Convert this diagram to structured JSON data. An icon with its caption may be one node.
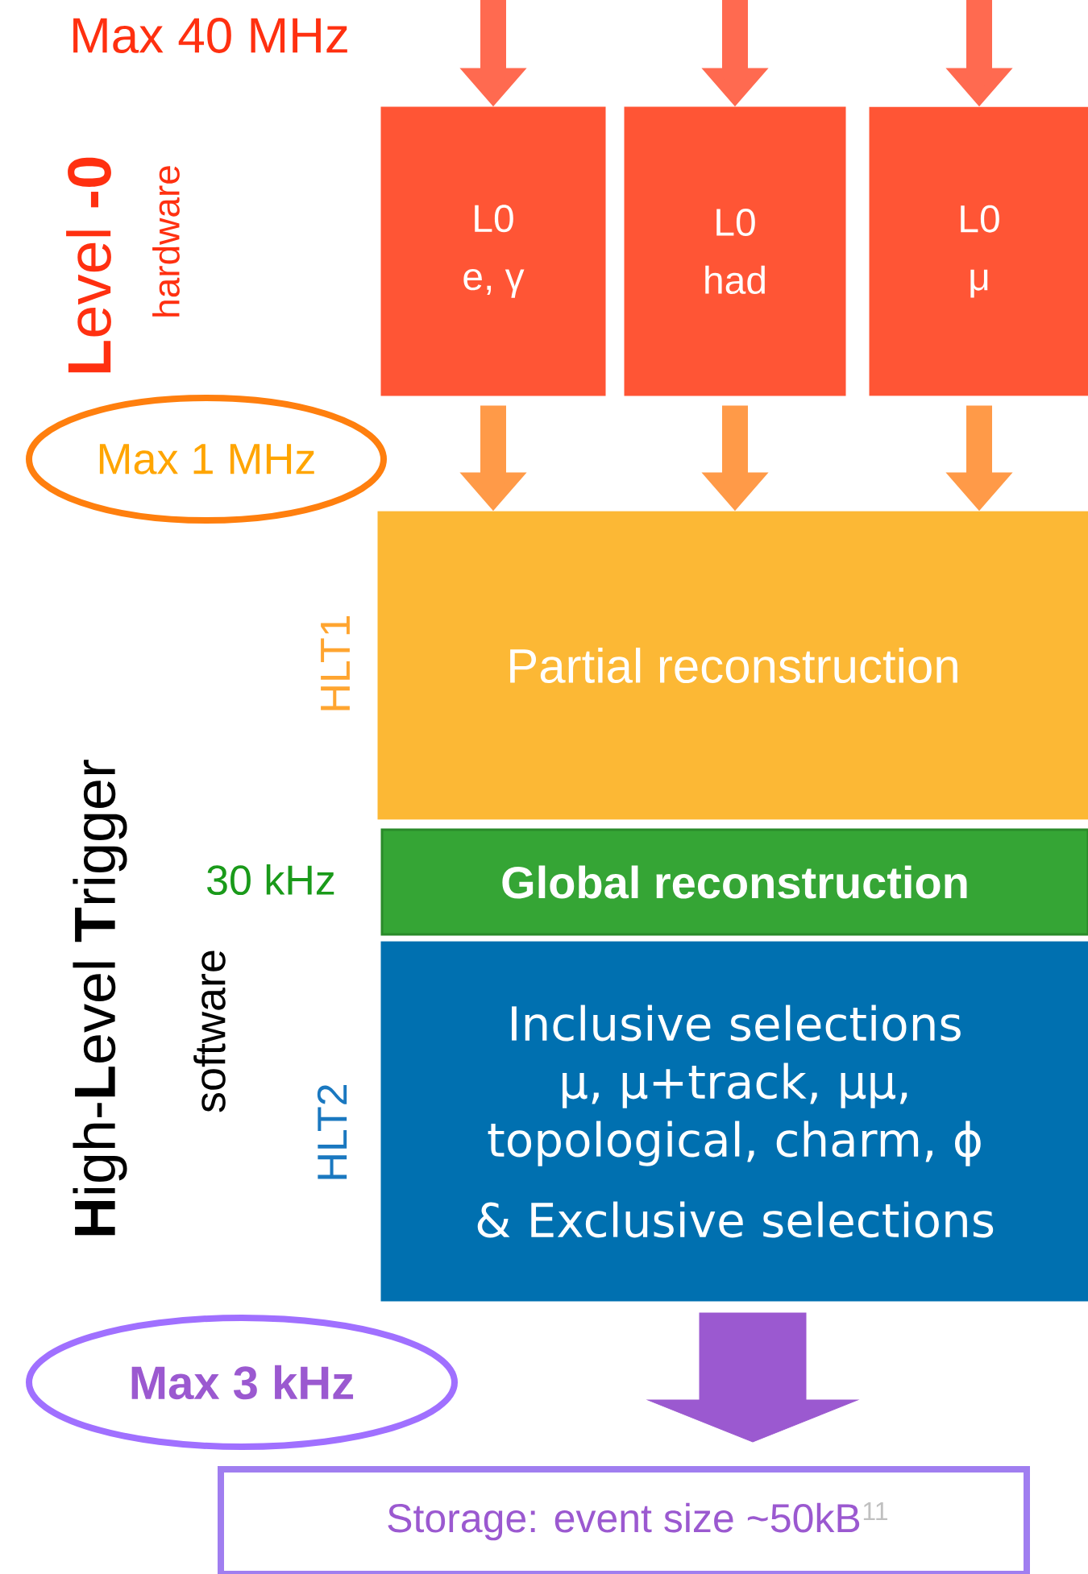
{
  "diagram": {
    "nodes": [
      {
        "text": [
          "L0",
          "e, γ"
        ]
      },
      {
        "text": [
          "L0",
          "had"
        ]
      },
      {
        "text": [
          "L0",
          "μ"
        ]
      },
      {
        "text": [
          "Partial reconstruction"
        ],
        "beside": [
          "HLT1"
        ]
      },
      {
        "text": [
          "Global reconstruction"
        ],
        "beside": [
          "30 kHz"
        ]
      },
      {
        "text": [
          "Inclusive selections μ, μ+track, μμ, topological, charm, ϕ",
          "& Exclusive selections"
        ],
        "beside": [
          "HLT2"
        ]
      },
      {
        "text": [
          "Max 1 MHz"
        ]
      },
      {
        "text": [
          "Max 3 kHz"
        ]
      },
      {
        "text": [
          "Storage: event size ~50kB"
        ]
      }
    ],
    "edges": [
      {
        "from": null,
        "to": 0,
        "arrow": "to",
        "color": "#ff6a50"
      },
      {
        "from": null,
        "to": 1,
        "arrow": "to",
        "color": "#ff6a50"
      },
      {
        "from": null,
        "to": 2,
        "arrow": "to",
        "color": "#ff6a50"
      },
      {
        "from": 0,
        "to": 3,
        "arrow": "to",
        "color": "#ff9a48"
      },
      {
        "from": 1,
        "to": 3,
        "arrow": "to",
        "color": "#ff9a48"
      },
      {
        "from": 2,
        "to": 3,
        "arrow": "to",
        "color": "#ff9a48"
      },
      {
        "from": 5,
        "to": 8,
        "arrow": "to",
        "style": "thick",
        "color": "#9b59d0"
      }
    ],
    "labels": [
      "Max 40 MHz",
      "**L**evel **-0**",
      "hardware",
      "**H**igh-**L**evel **T**rigger",
      "software",
      "11"
    ]
  }
}
